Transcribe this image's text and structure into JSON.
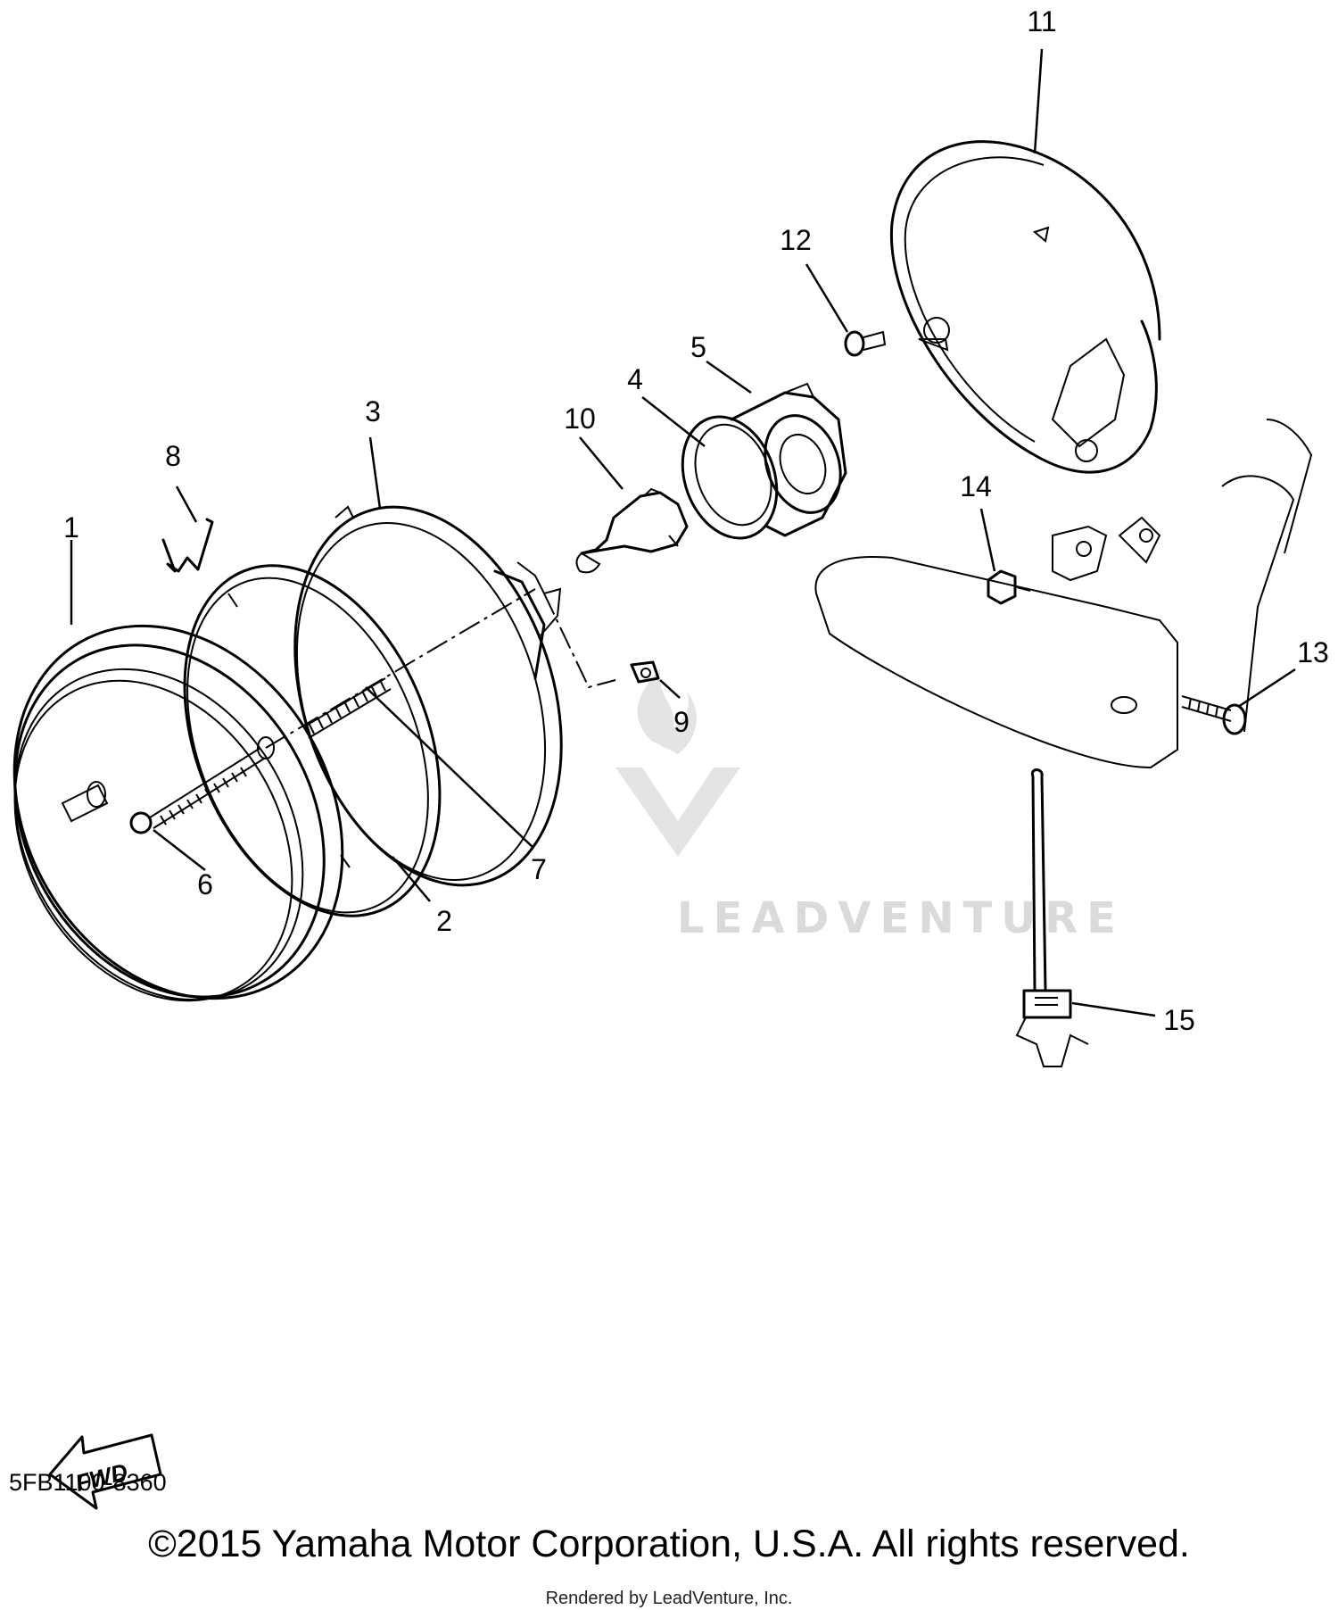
{
  "callouts": [
    "1",
    "2",
    "3",
    "4",
    "5",
    "6",
    "7",
    "8",
    "9",
    "10",
    "11",
    "12",
    "13",
    "14",
    "15"
  ],
  "fwd_label": "FWD",
  "watermark": "LEADVENTURE",
  "diagram_code": "5FB1100-8360",
  "copyright": "©2015 Yamaha Motor Corporation, U.S.A. All rights reserved.",
  "rendered_by": "Rendered by LeadVenture, Inc."
}
